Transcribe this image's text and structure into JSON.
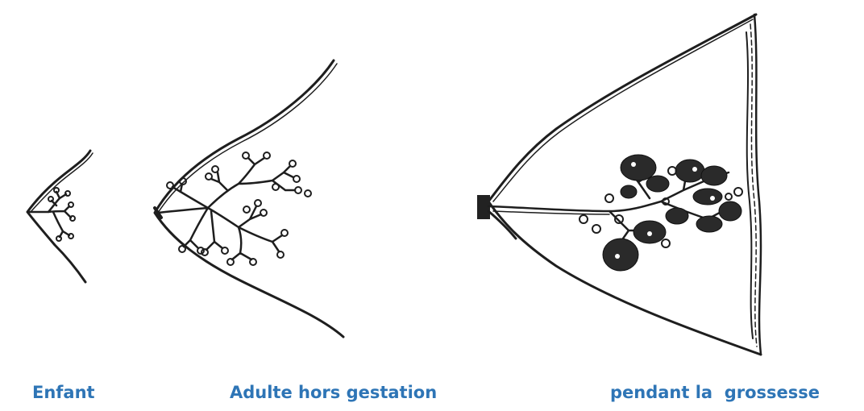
{
  "captions": {
    "child": "Enfant",
    "adult": "Adulte hors gestation",
    "pregnancy": "pendant la  grossesse"
  },
  "colors": {
    "caption_text": "#2e75b6",
    "line": "#1e1e1e",
    "background": "#ffffff"
  }
}
